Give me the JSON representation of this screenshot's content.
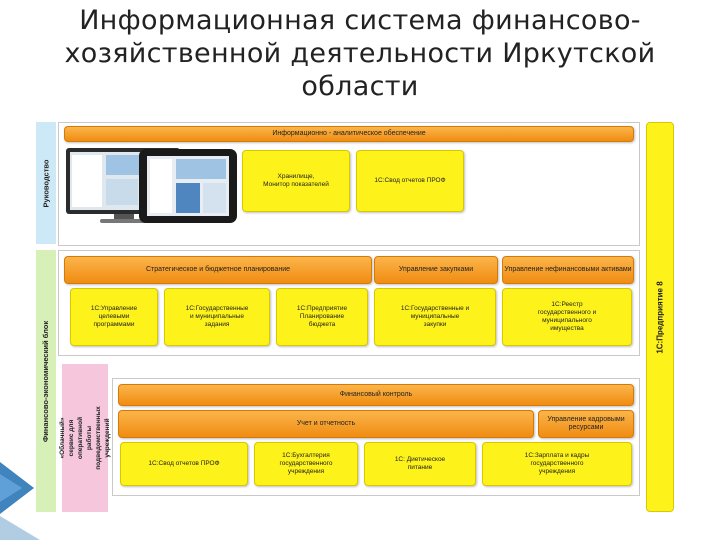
{
  "title": {
    "line1": "Информационная система финансово-",
    "line2": "хозяйственной деятельности Иркутской",
    "line3": "области"
  },
  "side_labels": {
    "management": "Руководство",
    "finance_block": "Финансово-экономический блок",
    "cloud_service": "«Облачный» сервис для оперативной работы подведомственных учреждений",
    "platform": "1С:Предприятие 8"
  },
  "section_top": {
    "header": "Информационно - аналитическое обеспечение",
    "boxes": [
      "Хранилище,\nМонитор показателей",
      "1С:Свод отчетов ПРОФ"
    ]
  },
  "section_middle": {
    "header_strategic": "Стратегическое и бюджетное планирование",
    "header_procurement": "Управление закупками",
    "header_assets": "Управление нефинансовыми активами",
    "boxes": [
      "1С:Управление\nцелевыми\nпрограммами",
      "1С:Государственные\nи муниципальные\nзадания",
      "1С:Предприятие\nПланирование\nбюджета",
      "1С:Государственные и\nмуниципальные\nзакупки",
      "1С:Реестр\nгосударственного и\nмуниципального\nимущества"
    ]
  },
  "section_bottom": {
    "header_control": "Финансовый контроль",
    "header_accounting": "Учет и отчетность",
    "header_hr": "Управление кадровыми ресурсами",
    "boxes": [
      "1С:Свод отчетов ПРОФ",
      "1С:Бухгалтерия\nгосударственного\nучреждения",
      "1С: Диетическое\nпитание",
      "1С:Зарплата и кадры\nгосударственного\nучреждения"
    ]
  },
  "colors": {
    "orange": "#f39c1c",
    "yellow": "#fdf21a",
    "light_blue": "#cde9f7",
    "light_green": "#d6f0b8",
    "light_pink": "#f6c7dc",
    "arrow_blue": "#1f6fb2"
  },
  "icons": [
    "monitor-icon",
    "tablet-icon",
    "arrow-icon"
  ]
}
